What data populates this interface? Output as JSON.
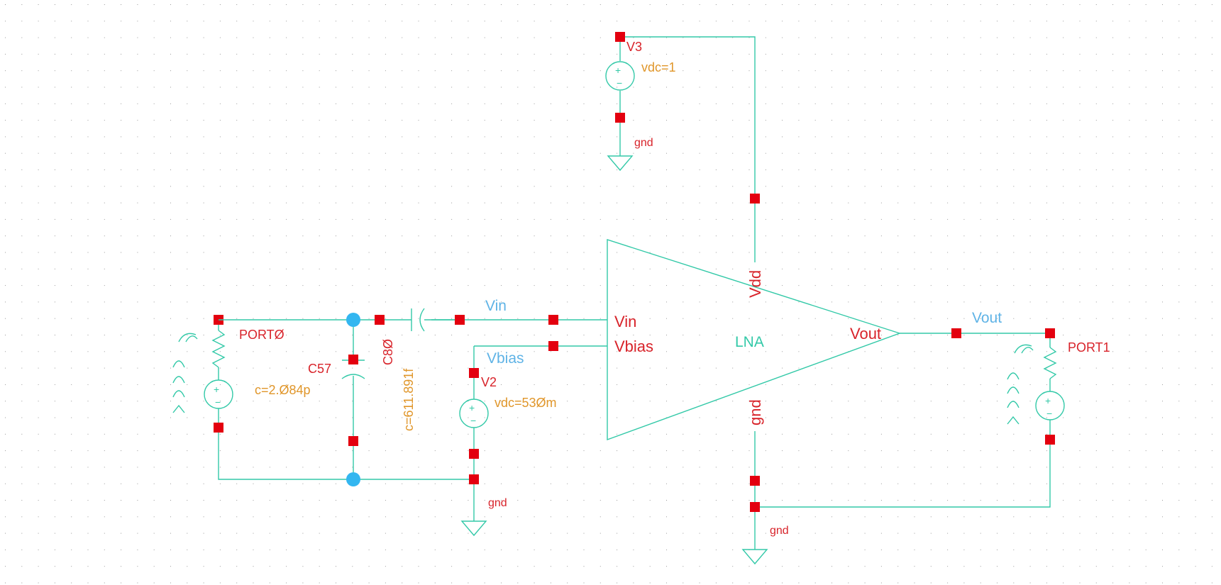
{
  "colors": {
    "background": "#ffffff",
    "wire": "#33c9a8",
    "pin": "#e3000f",
    "junction": "#33b6f0",
    "instance_label": "#d8232a",
    "parameter_label": "#e0962a",
    "net_label": "#5fb3e6"
  },
  "components": {
    "v3": {
      "name": "V3",
      "param": "vdc=1",
      "gnd": "gnd"
    },
    "port0": {
      "name": "PORTØ"
    },
    "c57": {
      "name": "C57",
      "param": "c=2.Ø84p"
    },
    "c80": {
      "name": "C8Ø",
      "param": "c=611.891f"
    },
    "v2": {
      "name": "V2",
      "param": "vdc=53Øm",
      "gnd": "gnd"
    },
    "lna": {
      "name": "LNA",
      "pin_vin": "Vin",
      "pin_vbias": "Vbias",
      "pin_vout": "Vout",
      "pin_vdd": "Vdd",
      "pin_gnd": "gnd",
      "gnd": "gnd"
    },
    "port1": {
      "name": "PORT1"
    }
  },
  "nets": {
    "vin": "Vin",
    "vbias": "Vbias",
    "vout": "Vout"
  },
  "icons": {
    "pin": "square-pin",
    "junction": "circle-dot",
    "ground": "triangle-ground",
    "port": "rf-port",
    "source": "dc-source"
  }
}
